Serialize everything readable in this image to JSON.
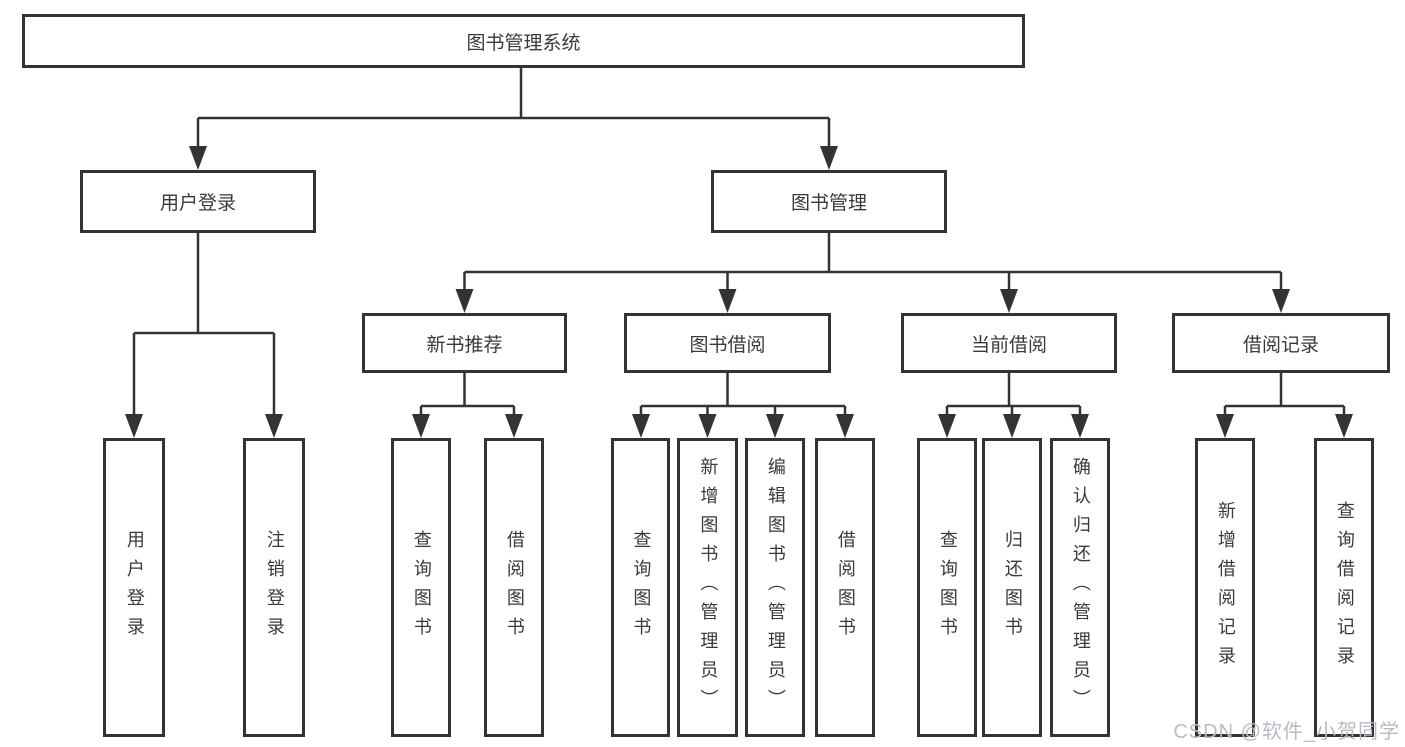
{
  "tree": {
    "label": "图书管理系统",
    "children": [
      {
        "label": "用户登录",
        "children": [
          {
            "label": "用户登录"
          },
          {
            "label": "注销登录"
          }
        ]
      },
      {
        "label": "图书管理",
        "children": [
          {
            "label": "新书推荐",
            "children": [
              {
                "label": "查询图书"
              },
              {
                "label": "借阅图书"
              }
            ]
          },
          {
            "label": "图书借阅",
            "children": [
              {
                "label": "查询图书"
              },
              {
                "label": "新增图书（管理员）"
              },
              {
                "label": "编辑图书（管理员）"
              },
              {
                "label": "借阅图书"
              }
            ]
          },
          {
            "label": "当前借阅",
            "children": [
              {
                "label": "查询图书"
              },
              {
                "label": "归还图书"
              },
              {
                "label": "确认归还（管理员）"
              }
            ]
          },
          {
            "label": "借阅记录",
            "children": [
              {
                "label": "新增借阅记录"
              },
              {
                "label": "查询借阅记录"
              }
            ]
          }
        ]
      }
    ]
  },
  "watermark": "CSDN @软件_小贺同学",
  "colors": {
    "line": "#333333",
    "box_border": "#333333",
    "box_fill": "#ffffff",
    "text": "#3a3a3a",
    "watermark": "#b7bbc2",
    "background": "#ffffff"
  }
}
